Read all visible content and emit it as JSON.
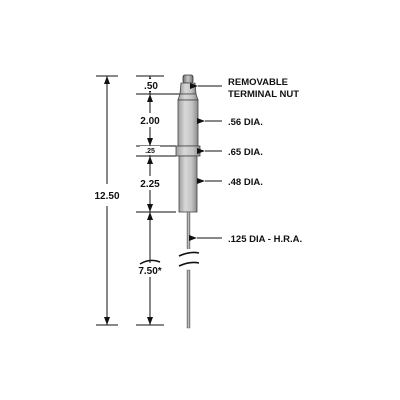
{
  "dimensions": {
    "overall": "12.50",
    "nut_length": ".50",
    "upper_body": "2.00",
    "collar": ".25",
    "lower_body": "2.25",
    "rod_length": "7.50*"
  },
  "callouts": {
    "terminal_nut_line1": "REMOVABLE",
    "terminal_nut_line2": "TERMINAL NUT",
    "upper_dia": ".56 DIA.",
    "collar_dia": ".65 DIA.",
    "lower_dia": ".48 DIA.",
    "rod_dia": ".125 DIA - H.R.A."
  },
  "colors": {
    "line": "#111111",
    "insulator": "#c9c9c9",
    "metal": "#9a9a9a"
  }
}
